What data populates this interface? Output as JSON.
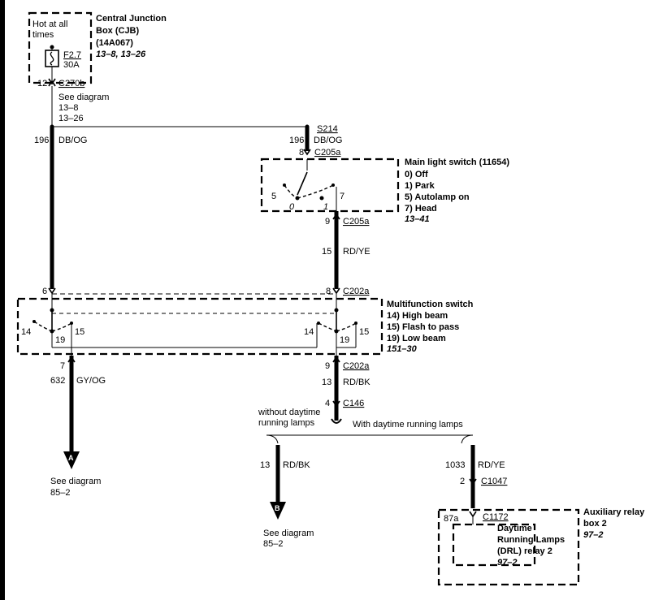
{
  "cjb": {
    "note_lines": [
      "Hot at all",
      "times"
    ],
    "title_lines": [
      "Central Junction",
      "Box (CJB)",
      "(14A067)"
    ],
    "ref": "13–8, 13–26",
    "fuse_id": "F2.7",
    "fuse_rating": "30A"
  },
  "c270b": {
    "pin": "12",
    "connector": "C270b",
    "see_lines": [
      "See diagram",
      "13–8",
      "13–26"
    ]
  },
  "left_wire": {
    "circuit": "196",
    "color": "DB/OG"
  },
  "s214": {
    "splice": "S214",
    "circuit": "196",
    "color": "DB/OG"
  },
  "c205a_top": {
    "pin": "8",
    "connector": "C205a"
  },
  "main_switch": {
    "title": "Main light switch (11654)",
    "positions": [
      "0) Off",
      "1) Park",
      "5) Autolamp on",
      "7) Head"
    ],
    "ref": "13–41",
    "terminal_5": "5",
    "terminal_7": "7",
    "pos_0": "0",
    "pos_1": "1"
  },
  "c205a_bottom": {
    "pin": "9",
    "connector": "C205a",
    "circuit": "15",
    "color": "RD/YE"
  },
  "c202a_top": {
    "left_pin": "6",
    "right_pin": "8",
    "connector": "C202a"
  },
  "multi_switch": {
    "title": "Multifunction switch",
    "positions": [
      "14) High beam",
      "15) Flash to pass",
      "19) Low beam"
    ],
    "ref": "151–30",
    "left_14": "14",
    "left_19": "19",
    "left_15": "15",
    "right_14": "14",
    "right_19": "19",
    "right_15": "15"
  },
  "left_out": {
    "pin": "7",
    "circuit": "632",
    "color": "GY/OG",
    "marker": "A",
    "see_lines": [
      "See diagram",
      "85–2"
    ]
  },
  "c202a_bottom": {
    "pin": "9",
    "connector": "C202a",
    "circuit": "13",
    "color": "RD/BK"
  },
  "c146": {
    "pin": "4",
    "connector": "C146"
  },
  "branches": {
    "without_lines": [
      "without daytime",
      "running lamps"
    ],
    "with_label": "With daytime running lamps"
  },
  "branch_b": {
    "circuit": "13",
    "color": "RD/BK",
    "marker": "B",
    "see_lines": [
      "See diagram",
      "85–2"
    ]
  },
  "branch_drl": {
    "circuit": "1033",
    "color": "RD/YE",
    "pin": "2",
    "connector": "C1047"
  },
  "aux_box": {
    "pin": "87a",
    "connector": "C1172",
    "title_lines": [
      "Auxiliary relay",
      "box 2"
    ],
    "ref": "97–2",
    "relay_lines": [
      "Daytime",
      "Running Lamps",
      "(DRL) relay 2"
    ],
    "relay_ref": "97–2"
  }
}
